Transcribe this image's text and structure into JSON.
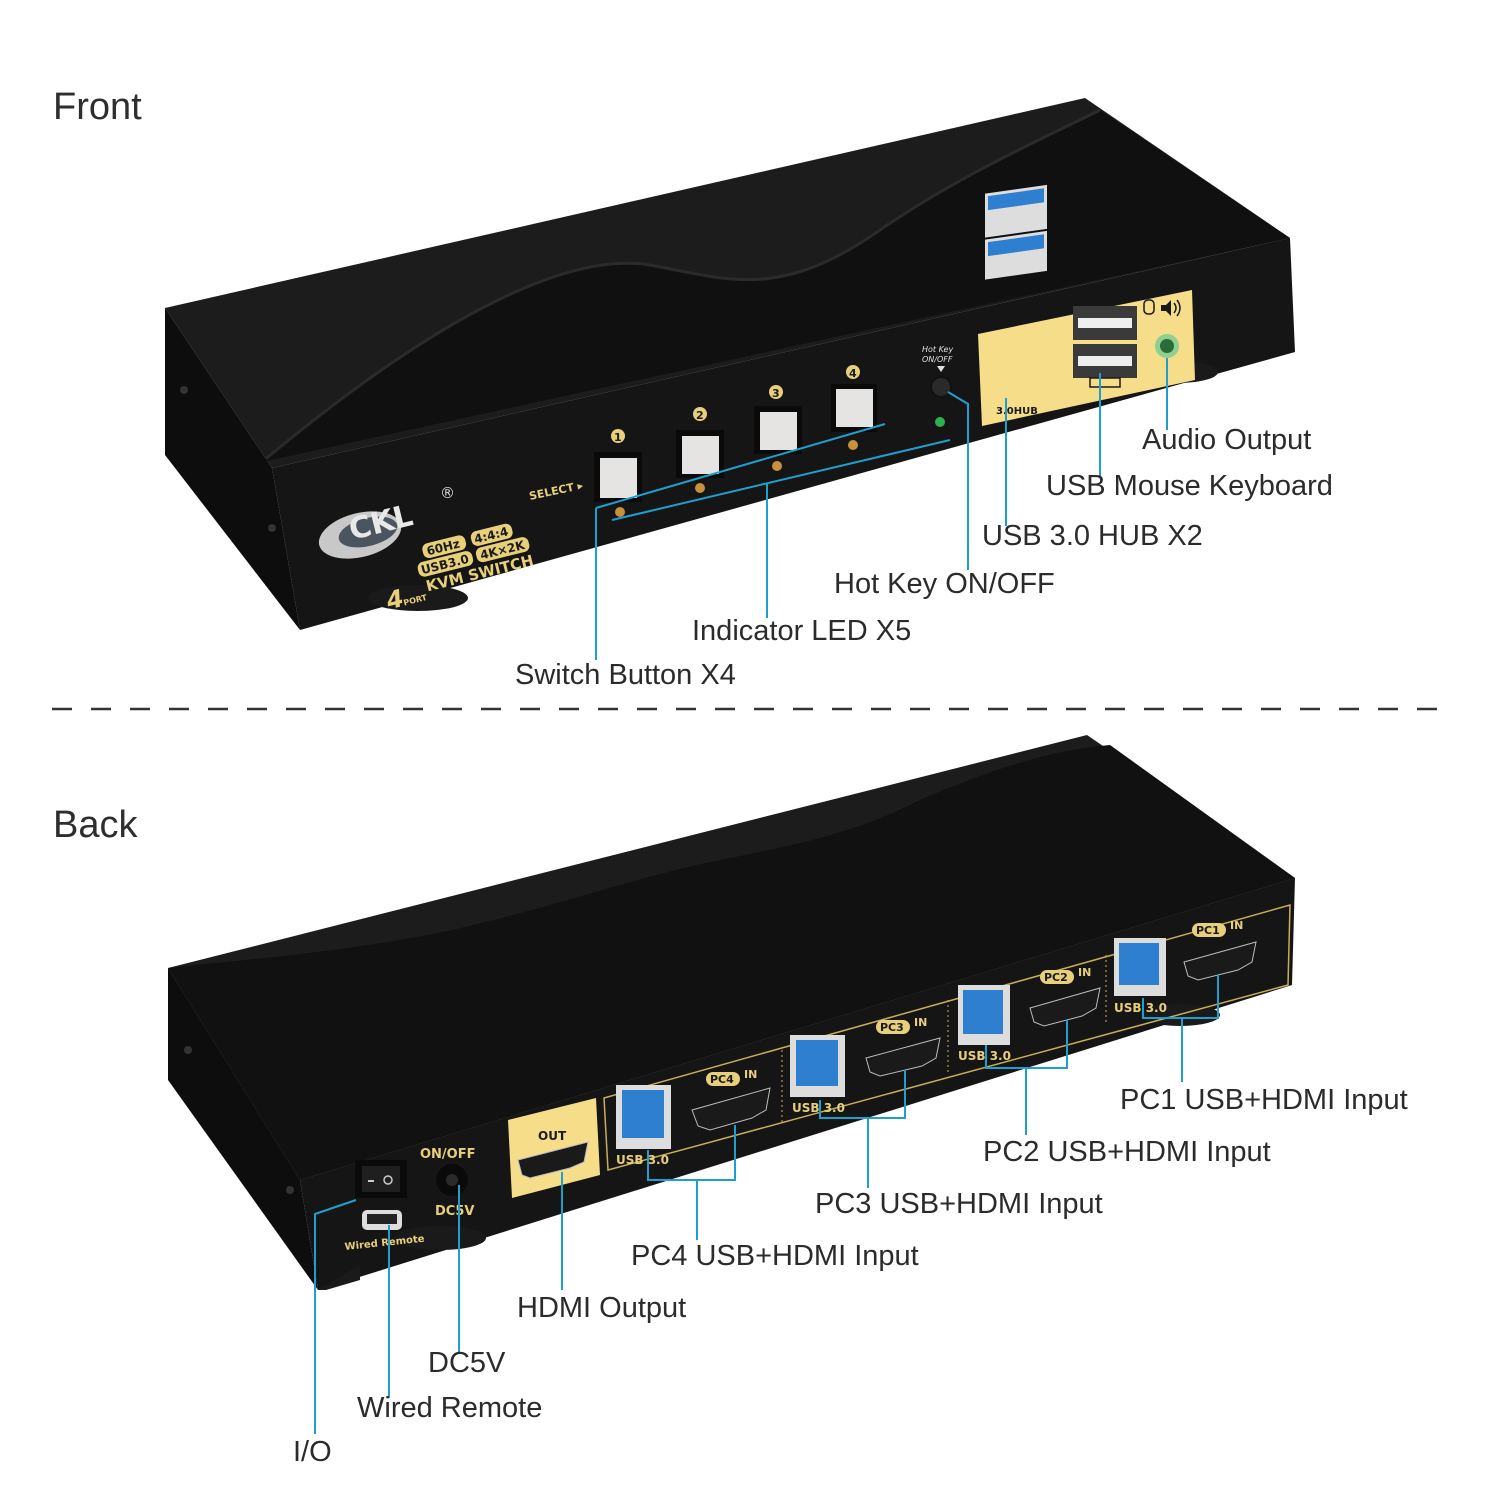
{
  "sections": {
    "front_title": "Front",
    "back_title": "Back"
  },
  "brand": {
    "logo": "CKL",
    "registered": "®",
    "badges": [
      "60Hz",
      "4:4:4",
      "USB3.0",
      "4K×2K"
    ],
    "product": "KVM SWITCH",
    "port_count": "4",
    "port_word": "PORT"
  },
  "front_panel": {
    "select_label": "SELECT ▸",
    "buttons": [
      "1",
      "2",
      "3",
      "4"
    ],
    "hotkey_label_line1": "Hot Key",
    "hotkey_label_line2": "ON/OFF",
    "hub_label": "3.0HUB",
    "mouse_icon": "mouse-icon",
    "speaker_icon": "speaker-icon",
    "keyboard_icon": "keyboard-icon"
  },
  "front_callouts": [
    {
      "id": "audio-output",
      "text": "Audio Output"
    },
    {
      "id": "usb-mouse-keyboard",
      "text": "USB Mouse Keyboard"
    },
    {
      "id": "usb-hub",
      "text": "USB 3.0 HUB X2"
    },
    {
      "id": "hotkey",
      "text": "Hot Key ON/OFF"
    },
    {
      "id": "indicator-led",
      "text": "Indicator LED X5"
    },
    {
      "id": "switch-button",
      "text": "Switch Button X4"
    }
  ],
  "back_panel": {
    "power_label": "ON/OFF",
    "dc_label": "DC5V",
    "remote_label": "Wired Remote",
    "out_label": "OUT",
    "usb_label": "USB 3.0",
    "pc_ports": [
      {
        "pc": "PC1",
        "in": "IN"
      },
      {
        "pc": "PC2",
        "in": "IN"
      },
      {
        "pc": "PC3",
        "in": "IN"
      },
      {
        "pc": "PC4",
        "in": "IN"
      }
    ]
  },
  "back_callouts": [
    {
      "id": "pc1",
      "text": "PC1 USB+HDMI Input"
    },
    {
      "id": "pc2",
      "text": "PC2 USB+HDMI Input"
    },
    {
      "id": "pc3",
      "text": "PC3 USB+HDMI Input"
    },
    {
      "id": "pc4",
      "text": "PC4 USB+HDMI Input"
    },
    {
      "id": "hdmi-output",
      "text": "HDMI Output"
    },
    {
      "id": "dc5v",
      "text": "DC5V"
    },
    {
      "id": "wired-remote",
      "text": "Wired Remote"
    },
    {
      "id": "io",
      "text": "I/O"
    }
  ],
  "colors": {
    "leader_line": "#1f9fd0",
    "panel_gold": "#f5dd8a",
    "body_black": "#141414",
    "usb_blue": "#2f7fd0"
  }
}
